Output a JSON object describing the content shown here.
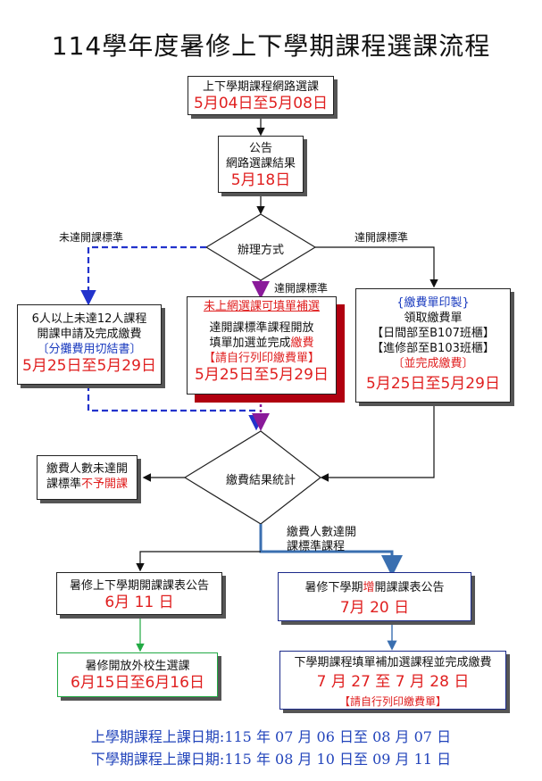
{
  "title": "114學年度暑修上下學期課程選課流程",
  "step1": {
    "line1": "上下學期課程網路選課",
    "date": "5月04日至5月08日"
  },
  "step2": {
    "line1": "公告",
    "line2": "網路選課結果",
    "date": "5月18日"
  },
  "decision1": {
    "label": "辦理方式",
    "left_label": "未達開課標準",
    "right_label": "達開課標準",
    "down_label": "達開課標準"
  },
  "left_box": {
    "line1": "6人以上未達12人課程",
    "line2": "開課申請及完成繳費",
    "line3": "〔分攤費用切結書〕",
    "date": "5月25日至5月29日"
  },
  "mid_box": {
    "header": "未上網選課可填單補選",
    "line1": "達開課標準課程開放",
    "line2a": "填單加選並完成",
    "line2b": "繳費",
    "line3": "【請自行列印繳費單】",
    "date": "5月25日至5月29日"
  },
  "right_box": {
    "line1": "{繳費單印製}",
    "line2": "領取繳費單",
    "line3": "【日間部至B107班櫃】",
    "line4": "【進修部至B103班櫃】",
    "line5": "〔並完成繳費〕",
    "date": "5月25日至5月29日"
  },
  "decision2": {
    "label": "繳費結果統計",
    "down_label_1": "繳費人數達開",
    "down_label_2": "課標準課程"
  },
  "no_class_box": {
    "line1": "繳費人數未達開",
    "line2a": "課標準",
    "line2b": "不予開課"
  },
  "summer_box": {
    "line1": "暑修上下學期開課課表公告",
    "date": "6月 11 日"
  },
  "second_box": {
    "line1a": "暑修下學期",
    "line1b": "增",
    "line1c": "開課課表公告",
    "date": "7月 20 日"
  },
  "outside_box": {
    "line1": "暑修開放外校生選課",
    "date": "6月15日至6月16日"
  },
  "final_box": {
    "line1": "下學期課程填單補加選課程並完成繳費",
    "date": "7 月 27 至 7 月 28 日",
    "line3": "【請自行列印繳費單】"
  },
  "footer": {
    "line1": "上學期課程上課日期:115 年 07 月 06 日至 08 月 07 日",
    "line2": "下學期課程上課日期:115 年 08 月 10 日至 09 月 11 日"
  }
}
